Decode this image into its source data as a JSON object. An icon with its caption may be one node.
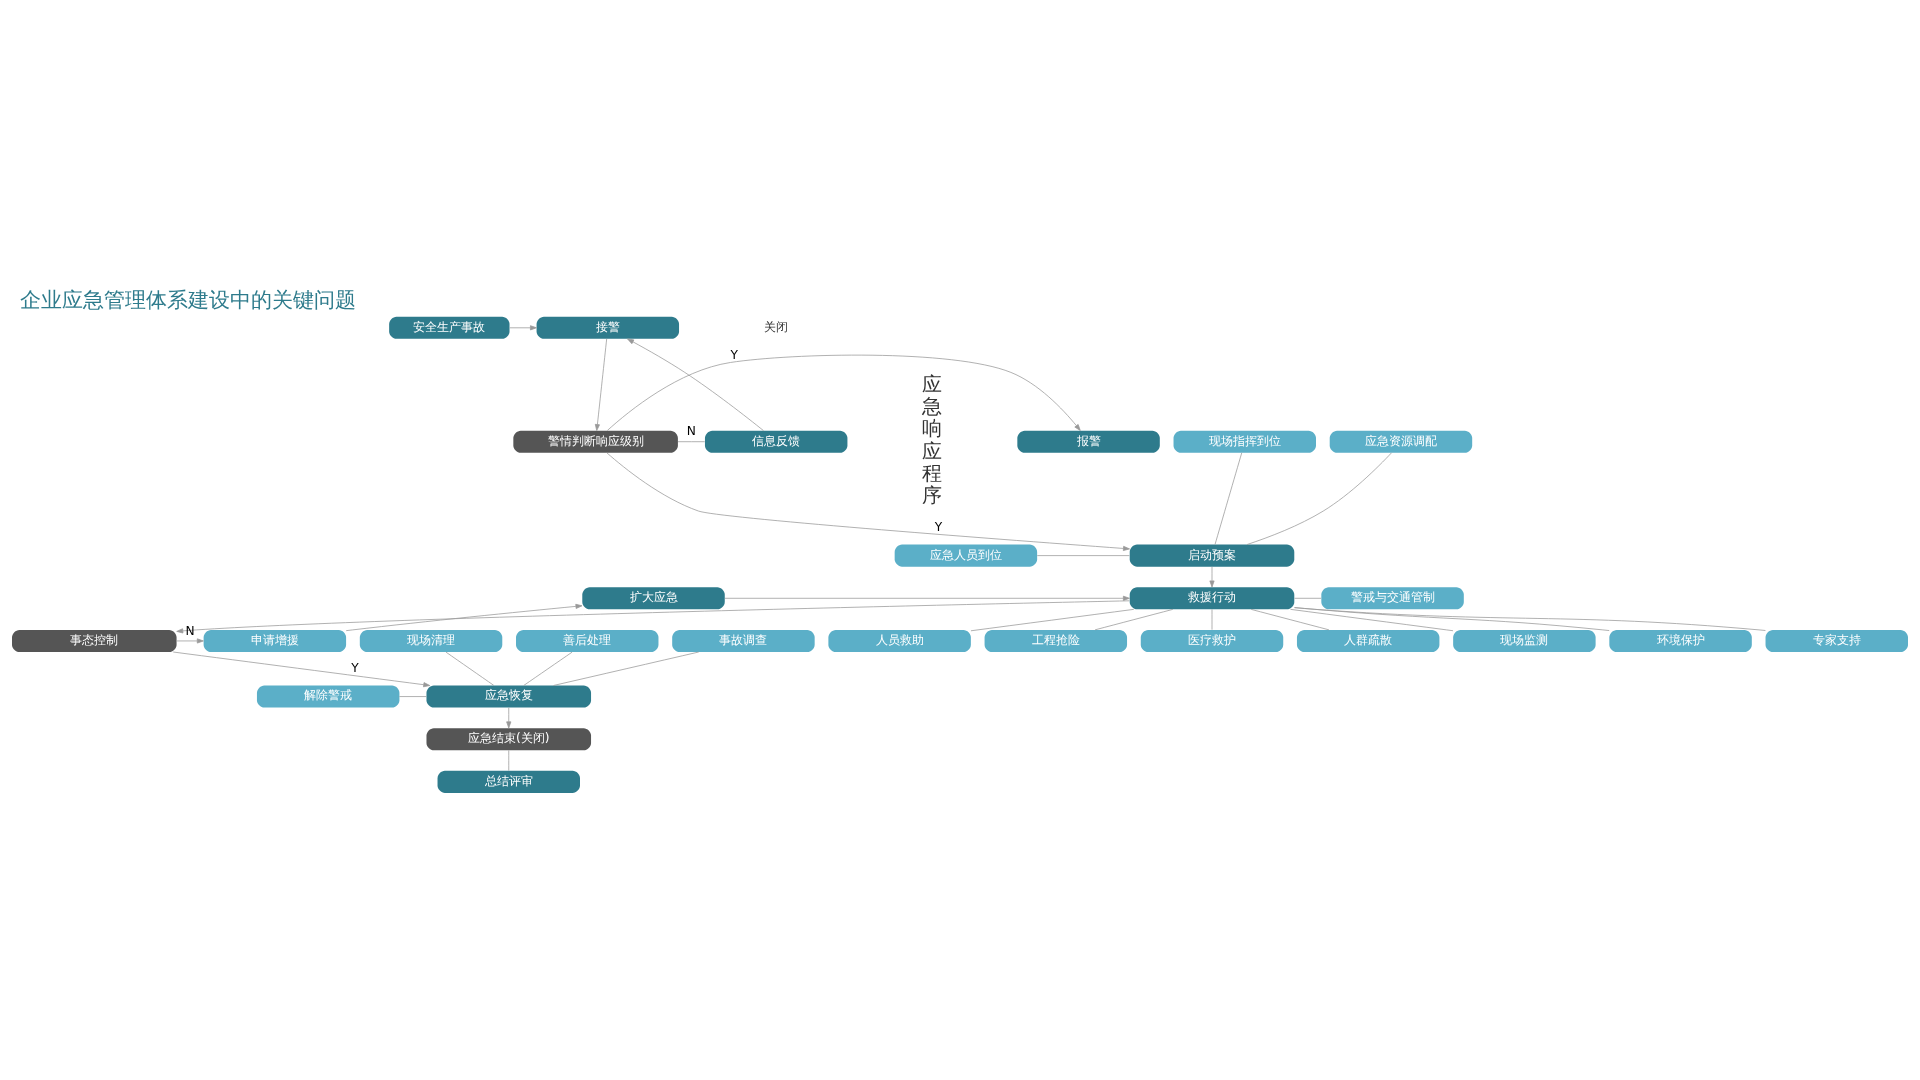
{
  "diagram": {
    "title": "企业应急管理体系建设中的关键问题",
    "nodes": [
      {
        "text": [
          "安全生产事故"
        ]
      },
      {
        "text": [
          "接警"
        ]
      },
      {
        "text": [
          "警情判断响应级别"
        ]
      },
      {
        "text": [
          "报警"
        ]
      },
      {
        "text": [
          "信息反馈"
        ]
      },
      {
        "text": [
          "启动预案"
        ]
      },
      {
        "text": [
          "现场指挥到位"
        ]
      },
      {
        "text": [
          "应急人员到位"
        ]
      },
      {
        "text": [
          "应急资源调配"
        ]
      },
      {
        "text": [
          "救援行动"
        ]
      },
      {
        "text": [
          "扩大应急"
        ]
      },
      {
        "text": [
          "申请增援"
        ]
      },
      {
        "text": [
          "事态控制"
        ]
      },
      {
        "text": [
          "应急恢复"
        ]
      },
      {
        "text": [
          "现场清理"
        ]
      },
      {
        "text": [
          "解除警戒"
        ]
      },
      {
        "text": [
          "善后处理"
        ]
      },
      {
        "text": [
          "事故调查"
        ]
      },
      {
        "text": [
          "应急结束(关闭)"
        ]
      },
      {
        "text": [
          "总结评审"
        ]
      },
      {
        "text": [
          "人员救助"
        ]
      },
      {
        "text": [
          "工程抢险"
        ]
      },
      {
        "text": [
          "警戒与交通管制"
        ]
      },
      {
        "text": [
          "医疗救护"
        ]
      },
      {
        "text": [
          "人群疏散"
        ]
      },
      {
        "text": [
          "现场监测"
        ]
      },
      {
        "text": [
          "环境保护"
        ]
      },
      {
        "text": [
          "专家支持"
        ]
      }
    ],
    "edges": [
      {
        "from": 0,
        "to": 1,
        "arrow": "to"
      },
      {
        "from": 1,
        "to": 2,
        "arrow": "to"
      },
      {
        "from": 2,
        "to": 3,
        "arrow": "to",
        "label": "Y"
      },
      {
        "from": 2,
        "to": 4,
        "arrow": "none",
        "label": "N"
      },
      {
        "from": 4,
        "to": 1,
        "arrow": "to"
      },
      {
        "from": 2,
        "to": 5,
        "arrow": "to",
        "label": "Y"
      },
      {
        "from": 6,
        "to": 5,
        "arrow": "none"
      },
      {
        "from": 7,
        "to": 5,
        "arrow": "none"
      },
      {
        "from": 8,
        "to": 5,
        "arrow": "none"
      },
      {
        "from": 5,
        "to": 9,
        "arrow": "to"
      },
      {
        "from": 10,
        "to": 9,
        "arrow": "to"
      },
      {
        "from": 9,
        "to": 12,
        "arrow": "to"
      },
      {
        "from": 12,
        "to": 11,
        "arrow": "to",
        "label": "N"
      },
      {
        "from": 11,
        "to": 10,
        "arrow": "to"
      },
      {
        "from": 12,
        "to": 13,
        "arrow": "to",
        "label": "Y"
      },
      {
        "from": 14,
        "to": 13,
        "arrow": "none"
      },
      {
        "from": 15,
        "to": 13,
        "arrow": "none"
      },
      {
        "from": 16,
        "to": 13,
        "arrow": "none"
      },
      {
        "from": 17,
        "to": 13,
        "arrow": "none"
      },
      {
        "from": 13,
        "to": 18,
        "arrow": "to"
      },
      {
        "from": 18,
        "to": 19,
        "arrow": "none"
      },
      {
        "from": 9,
        "to": 20,
        "arrow": "none"
      },
      {
        "from": 9,
        "to": 21,
        "arrow": "none"
      },
      {
        "from": 9,
        "to": 22,
        "arrow": "none"
      },
      {
        "from": 9,
        "to": 23,
        "arrow": "none"
      },
      {
        "from": 9,
        "to": 24,
        "arrow": "none"
      },
      {
        "from": 9,
        "to": 25,
        "arrow": "none"
      },
      {
        "from": 9,
        "to": 26,
        "arrow": "none"
      },
      {
        "from": 9,
        "to": 27,
        "arrow": "none"
      }
    ],
    "labels": [
      "应急响应程序",
      "关闭"
    ]
  }
}
